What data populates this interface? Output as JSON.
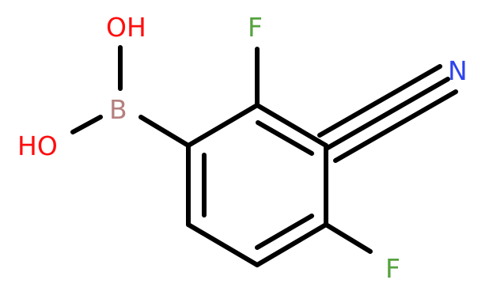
{
  "molecule": {
    "atoms": {
      "oh_top": {
        "text": "OH",
        "color": "#ff0d0d"
      },
      "boron": {
        "text": "B",
        "color": "#b5807f"
      },
      "oh_left": {
        "text": "HO",
        "color": "#ff0d0d"
      },
      "fluorine_top": {
        "text": "F",
        "color": "#56a23f"
      },
      "nitrogen": {
        "text": "N",
        "color": "#2e44ee"
      },
      "fluorine_bottom": {
        "text": "F",
        "color": "#56a23f"
      }
    },
    "bond_color": "#000000"
  }
}
